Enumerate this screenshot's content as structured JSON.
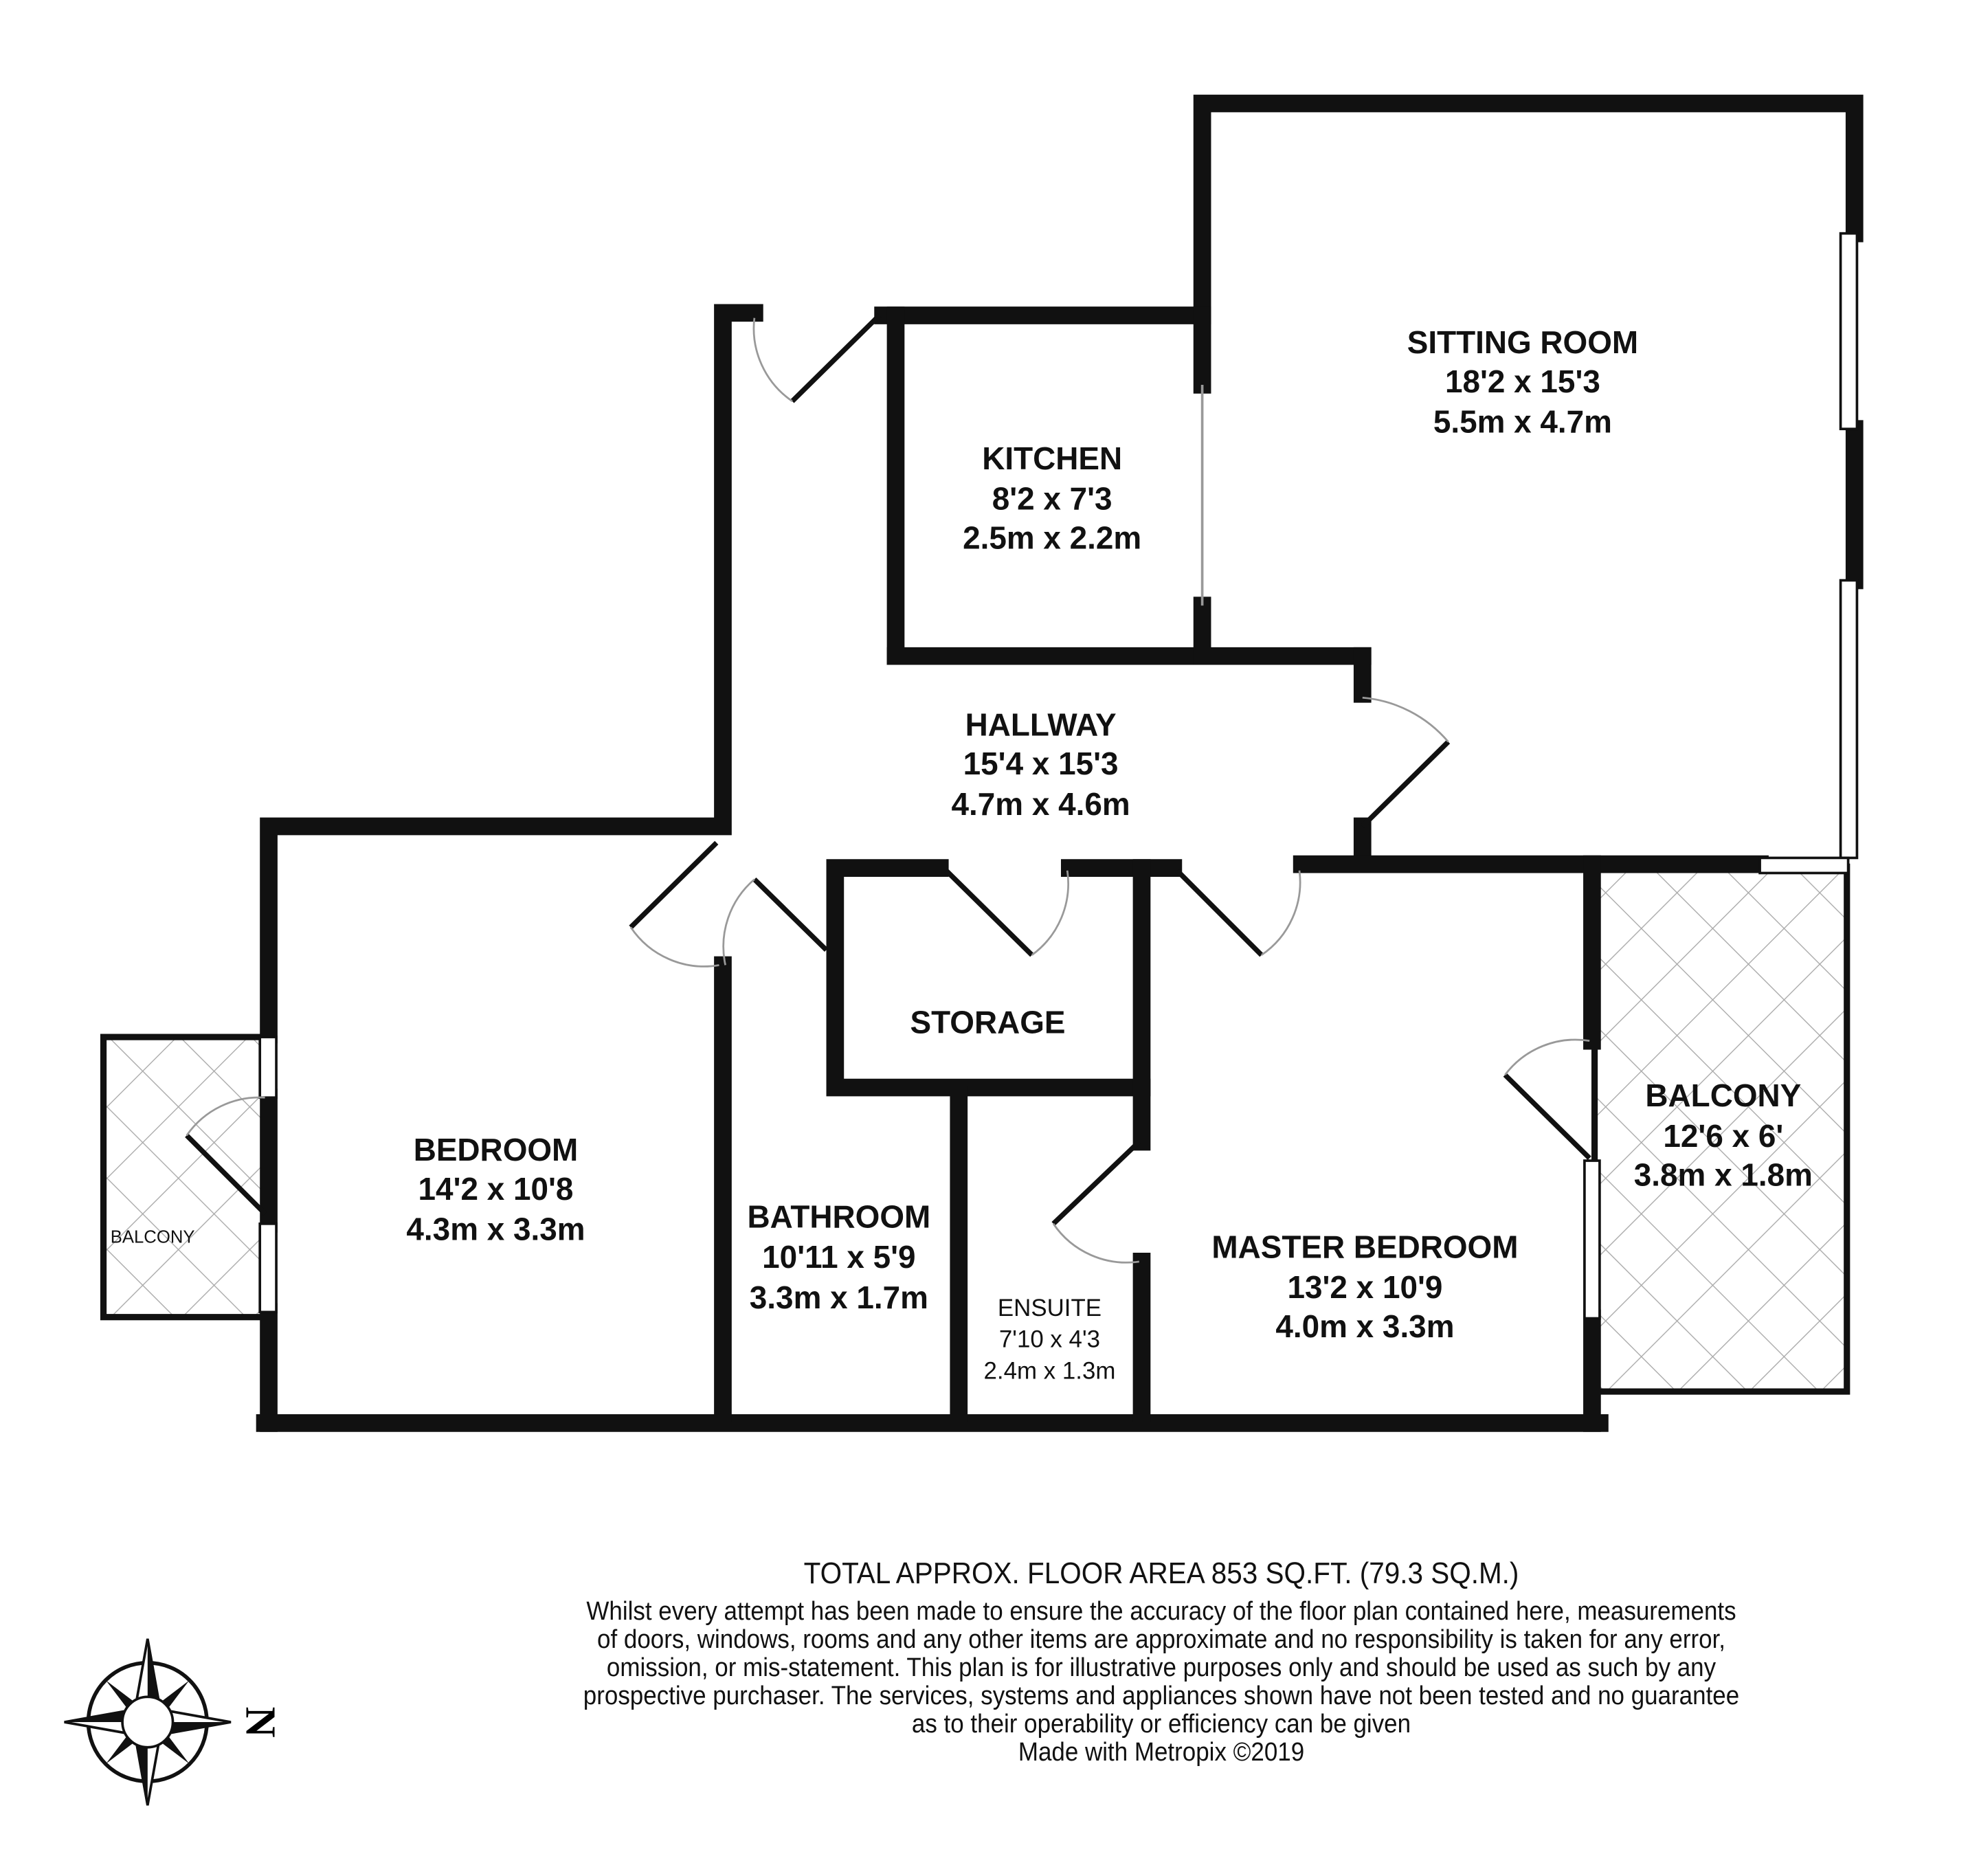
{
  "rooms": {
    "sitting_room": {
      "name": "SITTING ROOM",
      "imperial": "18'2 x 15'3",
      "metric": "5.5m x 4.7m"
    },
    "kitchen": {
      "name": "KITCHEN",
      "imperial": "8'2 x 7'3",
      "metric": "2.5m x 2.2m"
    },
    "hallway": {
      "name": "HALLWAY",
      "imperial": "15'4 x 15'3",
      "metric": "4.7m x 4.6m"
    },
    "storage": {
      "name": "STORAGE"
    },
    "bedroom": {
      "name": "BEDROOM",
      "imperial": "14'2 x 10'8",
      "metric": "4.3m x 3.3m"
    },
    "bathroom": {
      "name": "BATHROOM",
      "imperial": "10'11 x 5'9",
      "metric": "3.3m x 1.7m"
    },
    "ensuite": {
      "name": "ENSUITE",
      "imperial": "7'10 x 4'3",
      "metric": "2.4m x 1.3m"
    },
    "master_bedroom": {
      "name": "MASTER BEDROOM",
      "imperial": "13'2 x 10'9",
      "metric": "4.0m x 3.3m"
    },
    "balcony": {
      "name": "BALCONY",
      "imperial": "12'6 x 6'",
      "metric": "3.8m x 1.8m"
    },
    "small_balcony": {
      "name": "BALCONY"
    }
  },
  "compass": {
    "letter": "N"
  },
  "footer": {
    "title": "TOTAL APPROX. FLOOR AREA 853 SQ.FT. (79.3 SQ.M.)",
    "disclaimer": [
      "Whilst every attempt has been made to ensure the accuracy of the floor plan contained here, measurements",
      "of doors, windows, rooms and any other items are approximate and no responsibility is taken for any error,",
      "omission, or mis-statement. This plan is for illustrative purposes only and should be used as such by any",
      "prospective purchaser. The services, systems and appliances shown have not been tested and no guarantee",
      "as to their operability or efficiency can be given"
    ],
    "credit": "Made with Metropix ©2019"
  }
}
